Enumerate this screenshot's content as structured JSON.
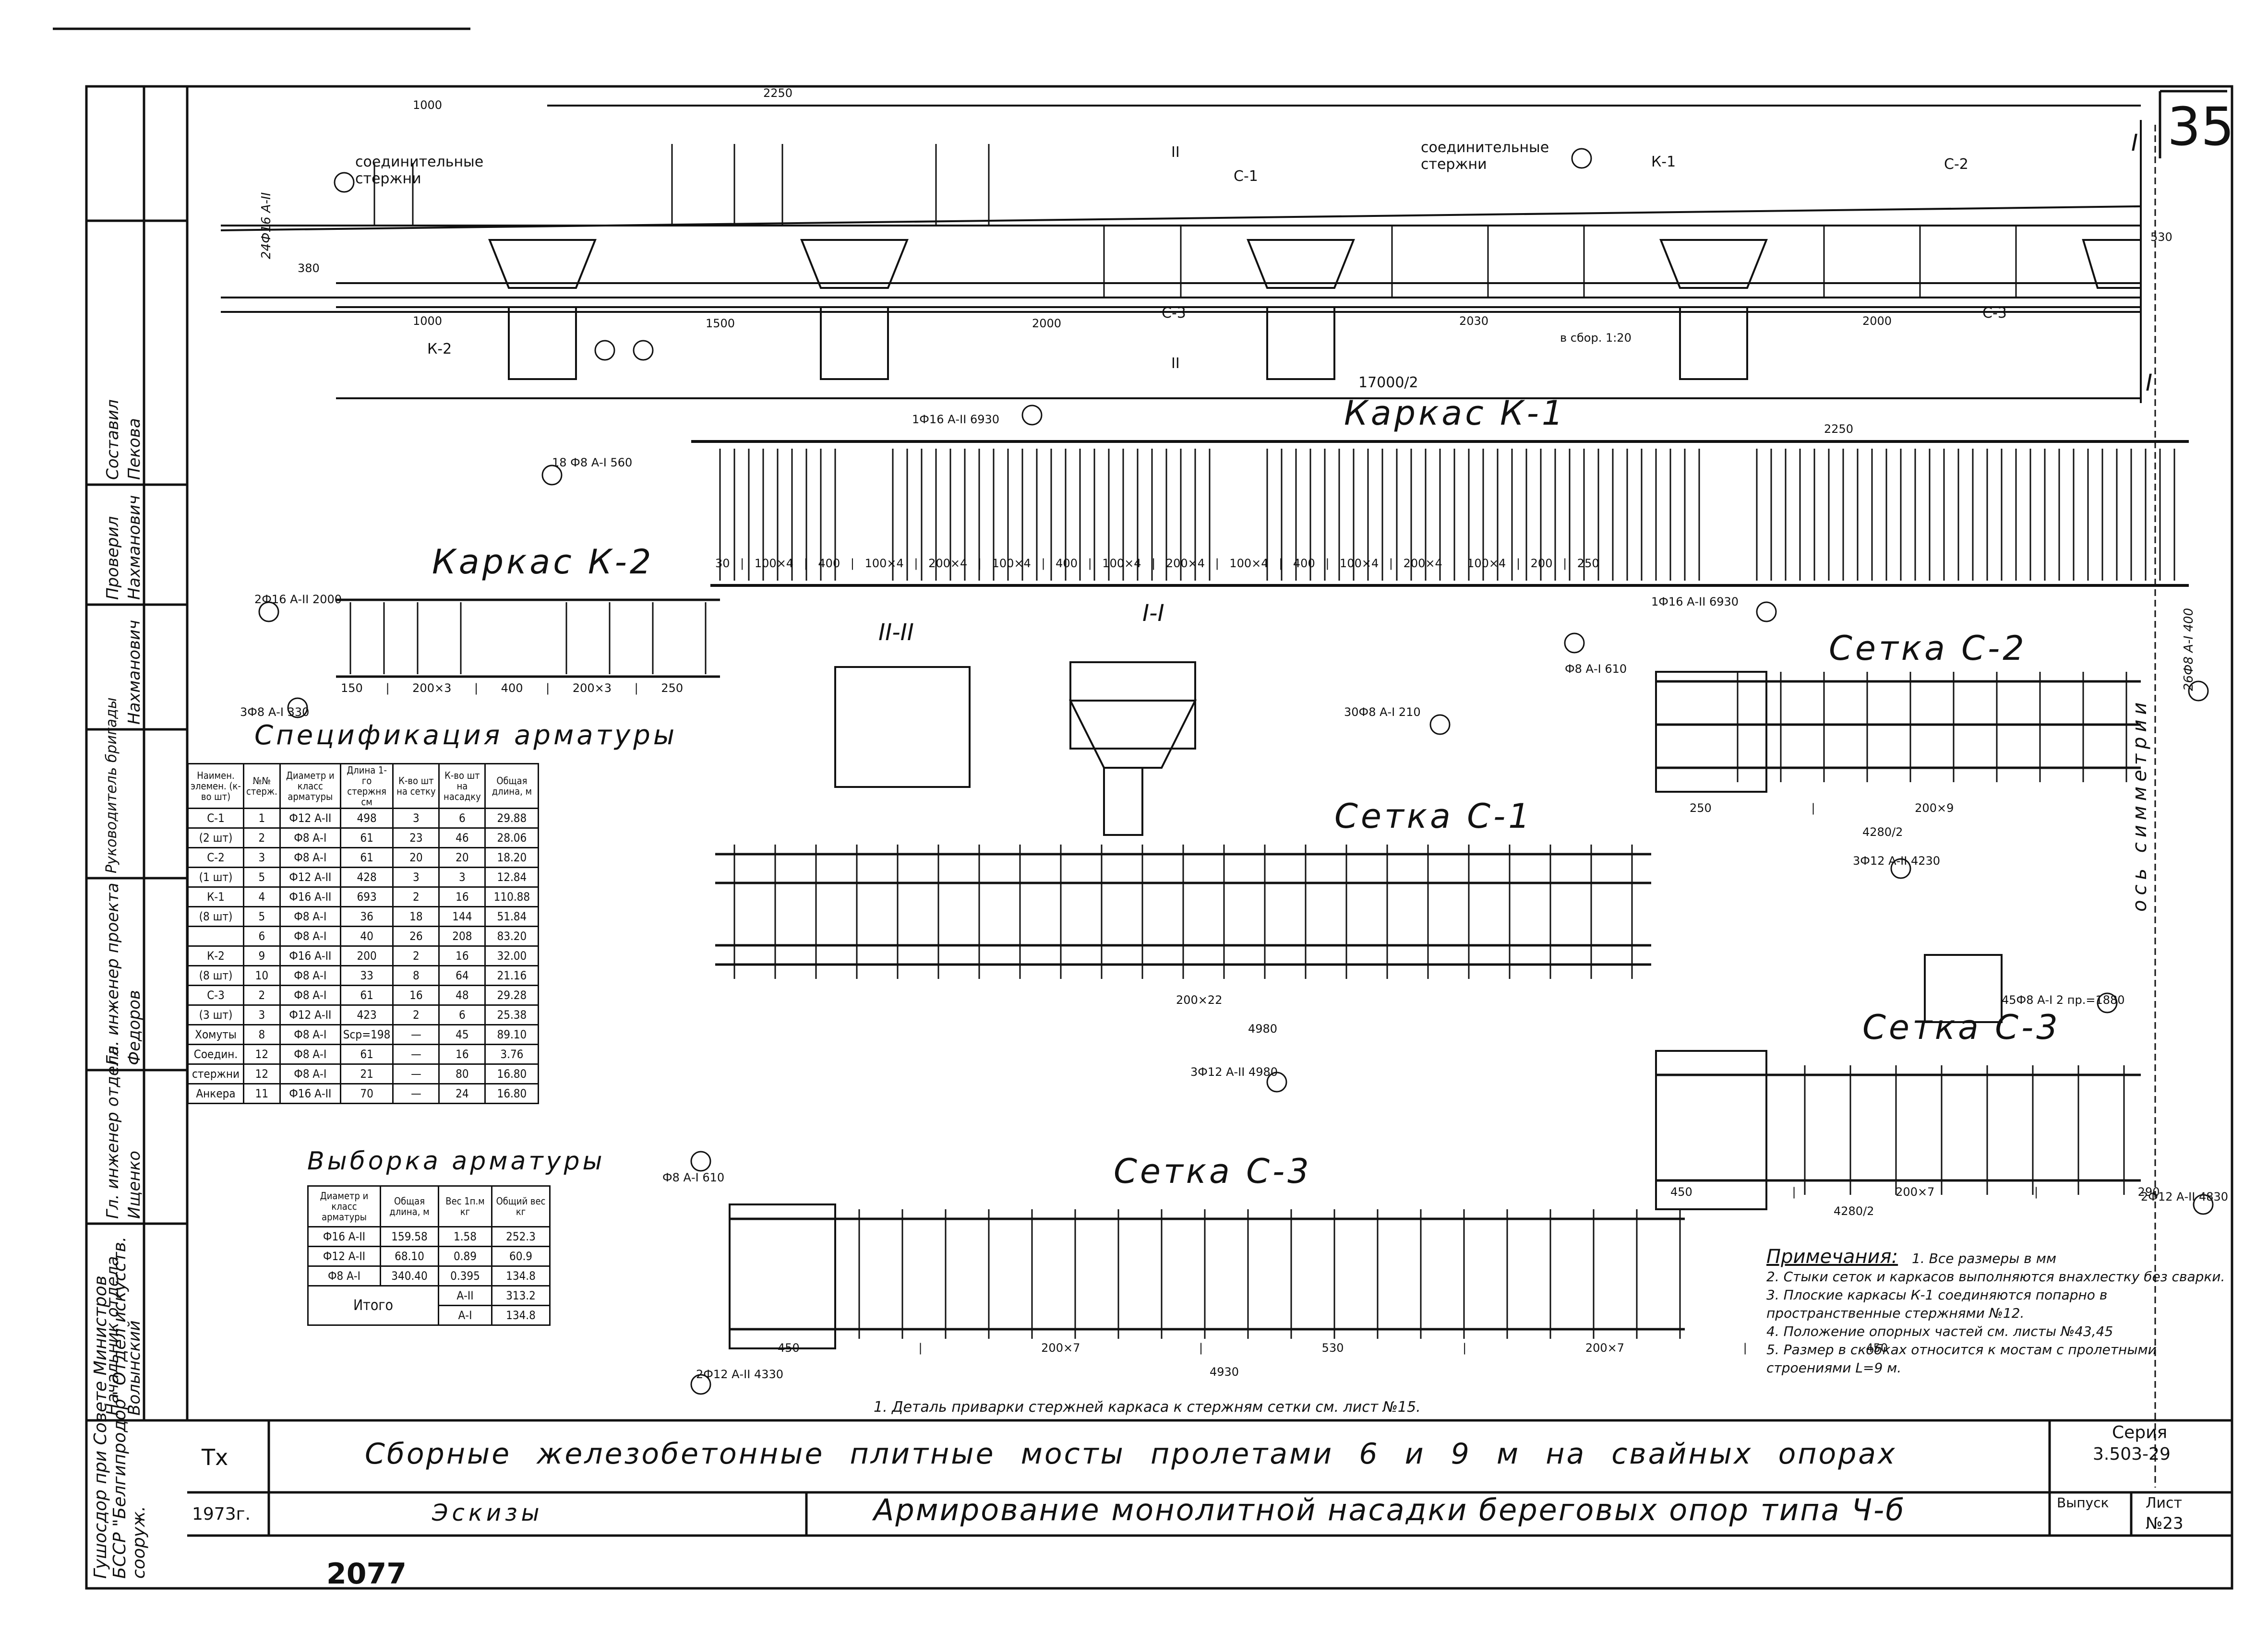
{
  "sheet_number": "35",
  "stamp_code": "2077",
  "footnote": "1. Деталь приварки стержней каркаса к стержням сетки см. лист №15.",
  "titles": {
    "karkas_k1": "Каркас К-1",
    "karkas_k2": "Каркас К-2",
    "setka_c1": "Сетка С-1",
    "setka_c2": "Сетка С-2",
    "setka_c3_right": "Сетка С-3",
    "setka_c3_left": "Сетка С-3",
    "section_ii": "II-II",
    "section_i": "I-I",
    "symmetry": "ось симметрии",
    "spec_title": "Спецификация арматуры",
    "vyborka_title": "Выборка арматуры"
  },
  "elevation_labels": {
    "connecting_left": "соединительные стержни",
    "connecting_right": "соединительные стержни",
    "k1": "К-1",
    "c1": "С-1",
    "c2": "С-2",
    "c3_a": "С-3",
    "c3_b": "С-3",
    "k2": "К-2",
    "total": "17000/2",
    "d_top_left": "1000",
    "d_top_mid": "2250",
    "d_1000": "1000",
    "d_1500": "1500",
    "d_2000a": "2000",
    "d_2030": "2030",
    "d_2000b": "2000",
    "d_530": "530",
    "d_380": "380",
    "bar_note": "24Ф16 А-II",
    "sbor": "в сбор. 1:20",
    "mark_i_top": "I",
    "mark_i_bot": "I",
    "mark_ii_top": "II",
    "mark_ii_bot": "II"
  },
  "bar_calls": {
    "b1": "3Ф12 А-II 4980",
    "b2": "Ф8 А-I 610",
    "b3": "2Ф12 А-II 4830",
    "b3b": "3Ф12 А-II 4230",
    "b4": "1Ф16 А-II 6930",
    "b4b": "1Ф16 А-II 6930",
    "b5": "18 Ф8 А-I 560",
    "b6": "26Ф8 А-I 400",
    "b8": "45Ф8 А-I 2 пр.=1880",
    "b9": "2Ф16 А-II 2000",
    "b10": "3Ф8 А-I 330",
    "b12": "30Ф8 А-I 210",
    "b2b": "Ф8 А-I 610",
    "b3c": "2Ф12 А-II 4330"
  },
  "dim_labels": {
    "k1_bottom": "30 | 100×4 | 400 | 100×4 | 200×4 | 100×4 | 400 | 100×4 | 200×4 | 100×4 | 400 | 100×4 | 200×4 | 100×4 | 200 | 250",
    "k1_top": "2250",
    "k2_bottom": "150 | 200×3 | 400 | 200×3 | 250",
    "c1_bottom": "200×22",
    "c1_total": "4980",
    "c2_bottom": "250 | 200×9",
    "c2_total": "4280/2",
    "c3r_bottom": "450 | 200×7 | 290",
    "c3r_total": "4280/2",
    "c3l_bottom": "450 | 200×7 | 530 | 200×7 | 450",
    "c3l_total": "4930"
  },
  "spec_table": {
    "headers": [
      "Наимен. элемен. (к-во шт)",
      "№№ стерж.",
      "Диаметр и класс арматуры",
      "Длина 1-го стержня см",
      "К-во шт на сетку",
      "К-во шт на насадку",
      "Общая длина, м"
    ],
    "rows": [
      [
        "С-1",
        "1",
        "Ф12 А-II",
        "498",
        "3",
        "6",
        "29.88"
      ],
      [
        "(2 шт)",
        "2",
        "Ф8 А-I",
        "61",
        "23",
        "46",
        "28.06"
      ],
      [
        "С-2",
        "3",
        "Ф8 А-I",
        "61",
        "20",
        "20",
        "18.20"
      ],
      [
        "(1 шт)",
        "5",
        "Ф12 А-II",
        "428",
        "3",
        "3",
        "12.84"
      ],
      [
        "К-1",
        "4",
        "Ф16 А-II",
        "693",
        "2",
        "16",
        "110.88"
      ],
      [
        "(8 шт)",
        "5",
        "Ф8 А-I",
        "36",
        "18",
        "144",
        "51.84"
      ],
      [
        "",
        "6",
        "Ф8 А-I",
        "40",
        "26",
        "208",
        "83.20"
      ],
      [
        "К-2",
        "9",
        "Ф16 А-II",
        "200",
        "2",
        "16",
        "32.00"
      ],
      [
        "(8 шт)",
        "10",
        "Ф8 А-I",
        "33",
        "8",
        "64",
        "21.16"
      ],
      [
        "С-3",
        "2",
        "Ф8 А-I",
        "61",
        "16",
        "48",
        "29.28"
      ],
      [
        "(3 шт)",
        "3",
        "Ф12 А-II",
        "423",
        "2",
        "6",
        "25.38"
      ],
      [
        "Хомуты",
        "8",
        "Ф8 А-I",
        "Ѕср=198",
        "—",
        "45",
        "89.10"
      ],
      [
        "Соедин.",
        "12",
        "Ф8 А-I",
        "61",
        "—",
        "16",
        "3.76"
      ],
      [
        "стержни",
        "12",
        "Ф8 А-I",
        "21",
        "—",
        "80",
        "16.80"
      ],
      [
        "Анкера",
        "11",
        "Ф16 А-II",
        "70",
        "—",
        "24",
        "16.80"
      ]
    ]
  },
  "vyborka_table": {
    "headers": [
      "Диаметр и класс арматуры",
      "Общая длина, м",
      "Вес 1п.м кг",
      "Общий вес кг"
    ],
    "rows": [
      [
        "Ф16 А-II",
        "159.58",
        "1.58",
        "252.3"
      ],
      [
        "Ф12 А-II",
        "68.10",
        "0.89",
        "60.9"
      ],
      [
        "Ф8 А-I",
        "340.40",
        "0.395",
        "134.8"
      ]
    ],
    "total_label": "Итого",
    "totals": [
      [
        "А-II",
        "313.2"
      ],
      [
        "А-I",
        "134.8"
      ]
    ]
  },
  "notes": {
    "heading": "Примечания:",
    "items": [
      "1. Все размеры в мм",
      "2. Стыки сеток и каркасов выполняются внахлестку без сварки.",
      "3. Плоские каркасы К-1 соединяются попарно в пространственные стержнями №12.",
      "4. Положение опорных частей см. листы №43,45",
      "5. Размер в скобках относится к мостам с пролетными строениями L=9 м."
    ]
  },
  "left_strip": {
    "org": "Гушосдор при Совете Министров БССР \"Белгипродор\" Отдел искусств. сооруж.",
    "roles": [
      {
        "role": "Начальник отдела",
        "name": "Волынский"
      },
      {
        "role": "Гл. инженер отдела",
        "name": "Ищенко"
      },
      {
        "role": "Гл. инженер проекта",
        "name": "Федоров"
      },
      {
        "role": "Руководитель бригады",
        "name": "Нахманович"
      },
      {
        "role": "Проверил",
        "name": "Нахманович"
      },
      {
        "role": "Составил",
        "name": "Пекова"
      }
    ]
  },
  "title_block": {
    "tx": "Тх",
    "title": "Сборные железобетонные плитные мосты пролетами 6 и 9 м на свайных опорах",
    "seria_label": "Серия",
    "seria_value": "3.503-29",
    "year": "1973г.",
    "stage": "Эскизы",
    "subtitle": "Армирование монолитной насадки береговых опор типа Ч-б",
    "vypusk_label": "Выпуск",
    "list_label": "Лист",
    "list_value": "№23"
  }
}
